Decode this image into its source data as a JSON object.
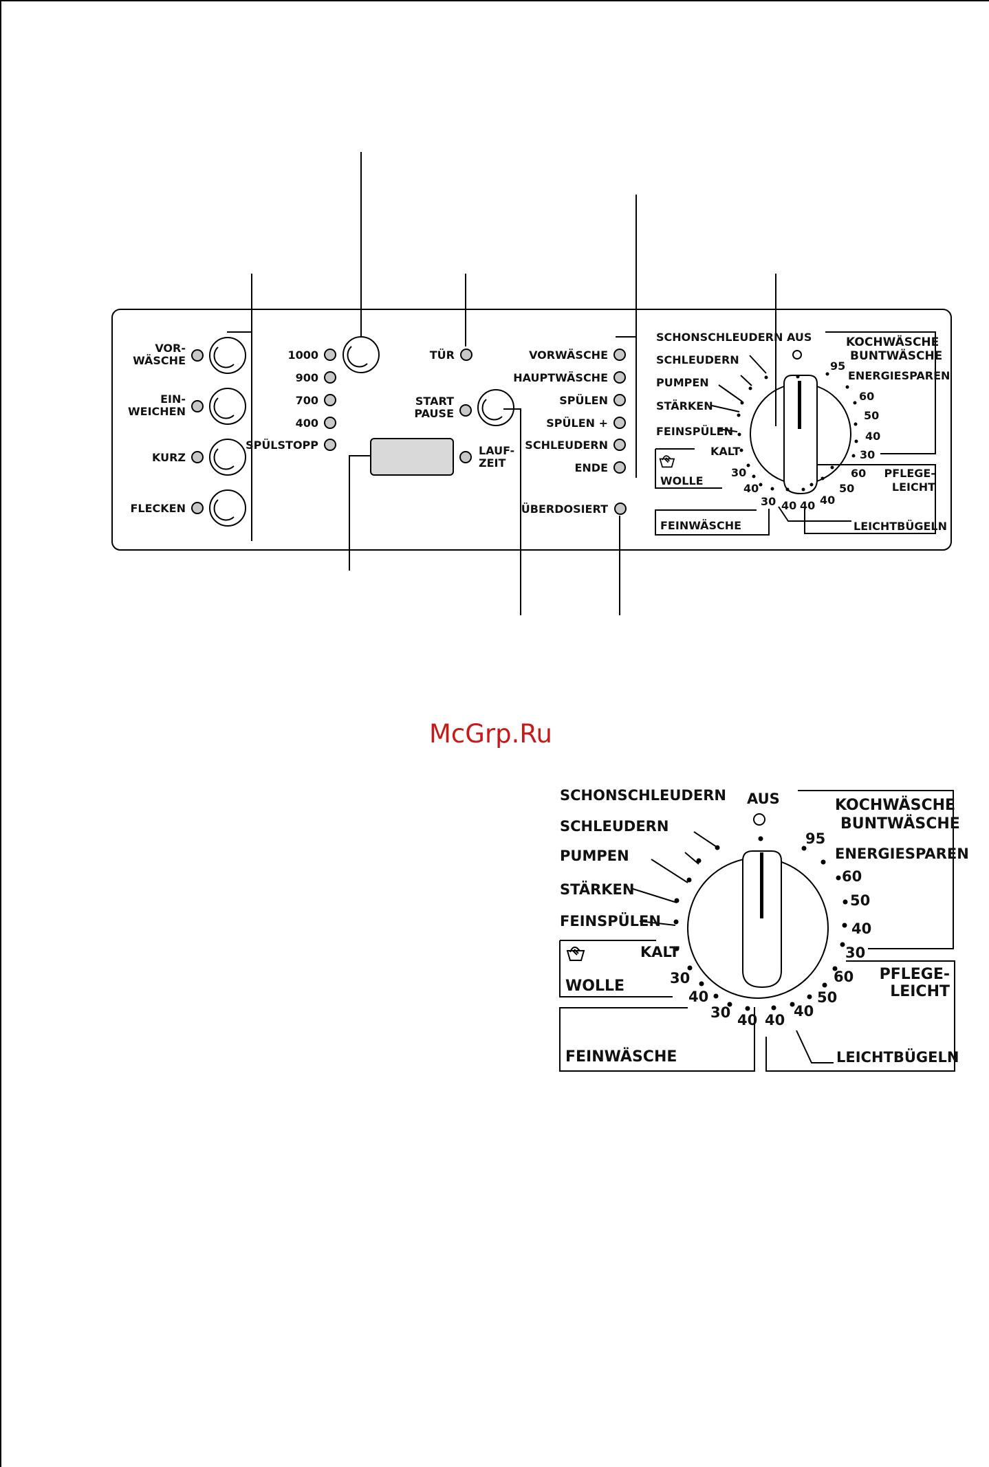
{
  "watermark": "McGrp.Ru",
  "panel": {
    "buttons": {
      "vorwaesche": [
        "VOR-",
        "WÄSCHE"
      ],
      "einweichen": [
        "EIN-",
        "WEICHEN"
      ],
      "kurz": "KURZ",
      "flecken": "FLECKEN"
    },
    "speeds": [
      "1000",
      "900",
      "700",
      "400",
      "SPÜLSTOPP"
    ],
    "door": "TÜR",
    "start_pause": [
      "START",
      "PAUSE"
    ],
    "laufzeit": [
      "LAUF-",
      "ZEIT"
    ],
    "phases": [
      "VORWÄSCHE",
      "HAUPTWÄSCHE",
      "SPÜLEN",
      "SPÜLEN +",
      "SCHLEUDERN",
      "ENDE"
    ],
    "overdosed": "ÜBERDOSIERT"
  },
  "dial": {
    "off": "AUS",
    "left_programs": [
      "SCHONSCHLEUDERN",
      "SCHLEUDERN",
      "PUMPEN",
      "STÄRKEN",
      "FEINSPÜLEN",
      "KALT"
    ],
    "kochwaesche": [
      "KOCHWÄSCHE",
      "BUNTWÄSCHE"
    ],
    "koch_temps": [
      "95",
      "ENERGIESPAREN",
      "60",
      "50",
      "40",
      "30"
    ],
    "pflege": [
      "PFLEGE-",
      "LEICHT"
    ],
    "pflege_temps": [
      "60",
      "50",
      "40"
    ],
    "wolle": "WOLLE",
    "wolle_temps": [
      "30",
      "40"
    ],
    "feinwaesche": "FEINWÄSCHE",
    "fein_temps": [
      "30",
      "40"
    ],
    "leichtbuegeln": "LEICHTBÜGELN",
    "leicht_temp": "40"
  }
}
